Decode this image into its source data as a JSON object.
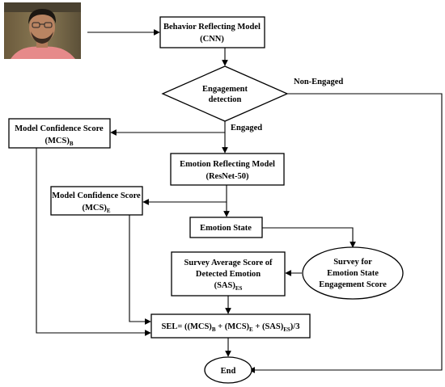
{
  "nodes": {
    "behavior_model": {
      "line1": "Behavior Reflecting Model",
      "line2": "(CNN)"
    },
    "engagement_detection": {
      "line1": "Engagement",
      "line2": "detection"
    },
    "mcs_b": {
      "line1": "Model Confidence Score",
      "line2": "(MCS)",
      "sub": "B"
    },
    "emotion_model": {
      "line1": "Emotion Reflecting Model",
      "line2": "(ResNet-50)"
    },
    "mcs_e": {
      "line1": "Model Confidence Score",
      "line2": "(MCS)",
      "sub": "E"
    },
    "emotion_state": {
      "label": "Emotion State"
    },
    "survey_avg": {
      "line1": "Survey Average Score of",
      "line2": "Detected Emotion",
      "line3": "(SAS)",
      "sub": "ES"
    },
    "survey": {
      "line1": "Survey for",
      "line2": "Emotion State",
      "line3": "Engagement Score"
    },
    "sel_formula": {
      "p1": "SEL= ((MCS)",
      "s1": "B",
      "p2": " + (MCS)",
      "s2": "E",
      "p3": " + (SAS)",
      "s3": "ES",
      "p4": ")/3"
    },
    "end": {
      "label": "End"
    }
  },
  "edges": {
    "non_engaged": "Non-Engaged",
    "engaged": "Engaged"
  },
  "colors": {
    "line": "#000000",
    "box_fill": "#ffffff"
  }
}
